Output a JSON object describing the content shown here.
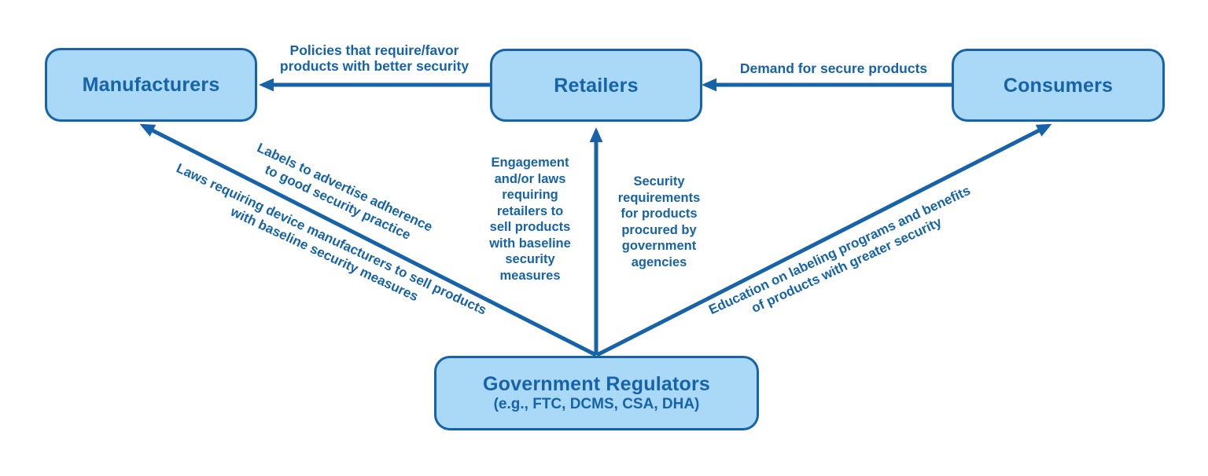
{
  "diagram": {
    "colors": {
      "box_fill": "#a9d9f7",
      "box_border": "#1663a9",
      "text": "#1663a9",
      "arrow": "#1663a9",
      "background": "#ffffff"
    },
    "nodes": {
      "manufacturers": {
        "label": "Manufacturers"
      },
      "retailers": {
        "label": "Retailers"
      },
      "consumers": {
        "label": "Consumers"
      },
      "government": {
        "label": "Government Regulators",
        "sublabel": "(e.g., FTC, DCMS, CSA, DHA)"
      }
    },
    "edge_labels": {
      "retailers_to_manufacturers": "Policies that require/favor\nproducts with better security",
      "consumers_to_retailers": "Demand for secure products",
      "gov_to_manufacturers_above": "Labels to advertise adherence\nto good security practice",
      "gov_to_manufacturers_below": "Laws requiring device manufacturers to sell products\nwith baseline security measures",
      "gov_to_retailers_left": "Engagement\nand/or laws\nrequiring\nretailers to\nsell products\nwith baseline\nsecurity\nmeasures",
      "gov_to_retailers_right": "Security\nrequirements\nfor products\nprocured by\ngovernment\nagencies",
      "gov_to_consumers": "Education on labeling programs and benefits\nof products with greater security"
    }
  }
}
